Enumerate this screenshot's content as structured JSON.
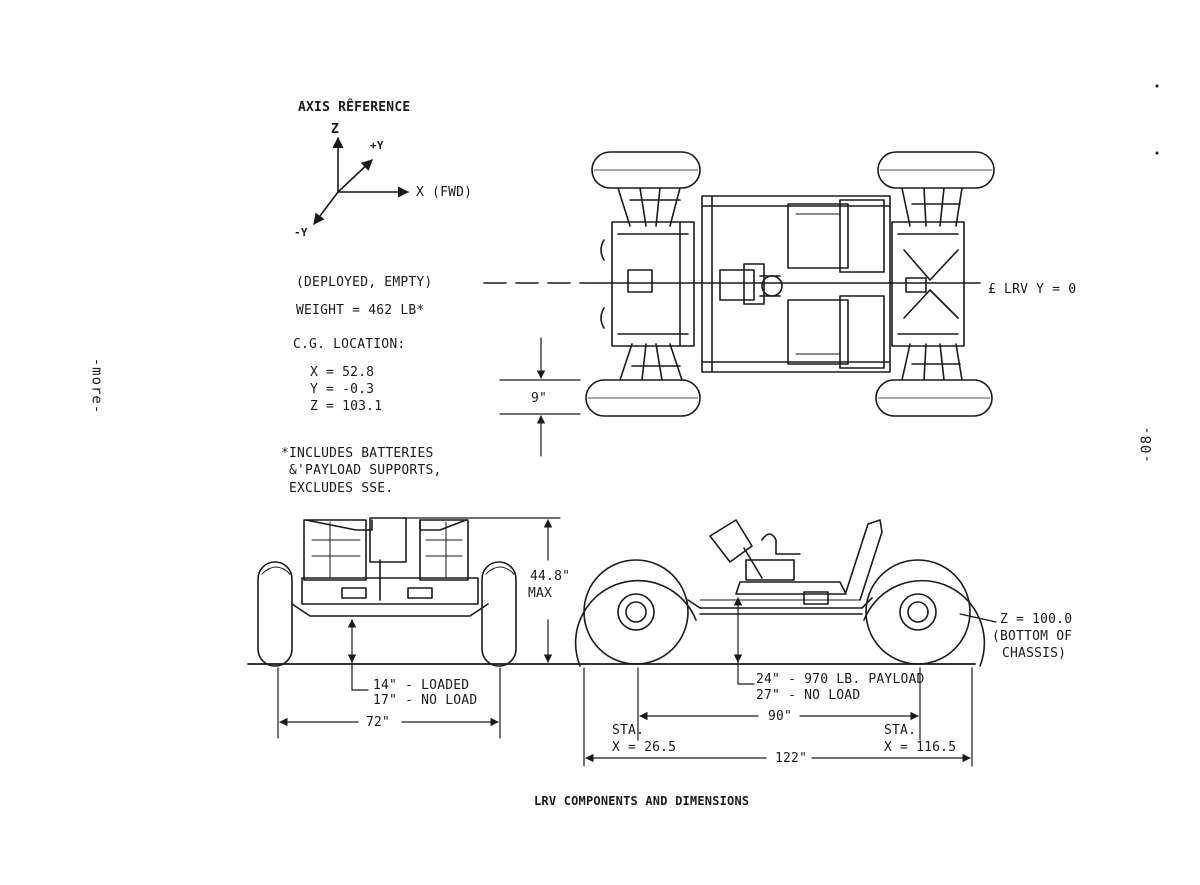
{
  "axis": {
    "title": "AXIS RÊFERENCE",
    "z": "Z",
    "plus_y": "+Y",
    "x_fwd": "X (FWD)",
    "minus_y": "-Y"
  },
  "specs": {
    "condition": "(DEPLOYED, EMPTY)",
    "weight": "WEIGHT = 462 LB*",
    "cg_label": "C.G. LOCATION:",
    "cg_x": "X = 52.8",
    "cg_y": "Y = -0.3",
    "cg_z": "Z = 103.1",
    "note_1": "*INCLUDES BATTERIES",
    "note_2": "&'PAYLOAD SUPPORTS,",
    "note_3": "EXCLUDES SSE."
  },
  "top_view": {
    "centerline": "£ LRV Y = 0",
    "wheel_gap": "9\""
  },
  "front_view": {
    "height": "44.8\"",
    "height_max": "MAX",
    "clearance_loaded": "14\" - LOADED",
    "clearance_noload": "17\" - NO LOAD",
    "track": "72\""
  },
  "side_view": {
    "chassis_z": "Z = 100.0",
    "chassis_note_1": "(BOTTOM OF",
    "chassis_note_2": "CHASSIS)",
    "payload": "24\" - 970 LB. PAYLOAD",
    "payload_noload": "27\" - NO LOAD",
    "wheelbase": "90\"",
    "sta_front_1": "STA.",
    "sta_front_2": "X = 26.5",
    "sta_rear_1": "STA.",
    "sta_rear_2": "X = 116.5",
    "length": "122\""
  },
  "caption": "LRV COMPONENTS AND DIMENSIONS",
  "margin_left": "-more-",
  "page_number": "-08-"
}
